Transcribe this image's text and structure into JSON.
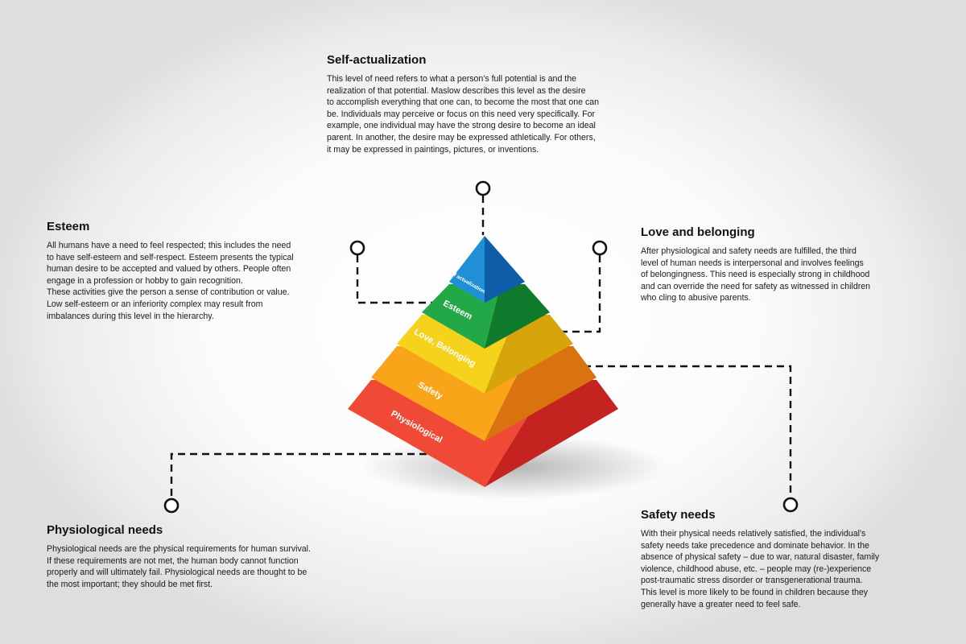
{
  "levels": {
    "self_actualization": {
      "heading": "Self-actualization",
      "body": "This level of need refers to what a person's full potential is and the\nrealization of that potential. Maslow describes this level as the desire\nto accomplish everything that one can, to become the most that one can\nbe. Individuals may perceive or focus on this need very specifically. For\nexample, one individual may have the strong desire to become an ideal\nparent. In another, the desire may be expressed athletically. For others,\nit may be expressed in paintings, pictures, or inventions."
    },
    "esteem": {
      "heading": "Esteem",
      "body": "All humans have a need to feel respected; this includes the need\nto have self-esteem and self-respect. Esteem presents the typical\nhuman desire to be accepted and valued by others. People often\nengage in a profession or hobby to gain recognition.\nThese activities give the person a sense of contribution or value.\nLow self-esteem or an inferiority complex may result from\nimbalances during this level in the hierarchy."
    },
    "love_belonging": {
      "heading": "Love and belonging",
      "body": "After physiological and safety needs are fulfilled, the third\nlevel of human needs is interpersonal and involves feelings\nof belongingness. This need is especially strong in childhood\nand can override the need for safety as witnessed in children\nwho cling to abusive parents."
    },
    "physiological": {
      "heading": "Physiological needs",
      "body": "Physiological needs are the physical requirements for human survival.\nIf these requirements are not met, the human body cannot function\nproperly and will ultimately fail. Physiological needs are thought to be\nthe most important; they should be met first."
    },
    "safety": {
      "heading": "Safety needs",
      "body": "With their physical needs relatively satisfied, the individual's\nsafety needs take precedence and dominate behavior. In the\nabsence of physical safety – due to war, natural disaster, family\nviolence, childhood abuse, etc. – people may (re-)experience\npost-traumatic stress disorder or transgenerational trauma.\nThis level is more likely to be found in children because they\ngenerally have a greater need to feel safe."
    }
  },
  "pyramid": {
    "tiers": [
      {
        "label": "Self actualization",
        "color_front": "#1f8fd8",
        "color_side": "#0d5ea6"
      },
      {
        "label": "Esteem",
        "color_front": "#22a847",
        "color_side": "#0f7a2c"
      },
      {
        "label": "Love, Belonging",
        "color_front": "#f5d31c",
        "color_side": "#d7a40c"
      },
      {
        "label": "Safety",
        "color_front": "#f9a51a",
        "color_side": "#d9730f"
      },
      {
        "label": "Physiological",
        "color_front": "#f04a37",
        "color_side": "#c4231f"
      }
    ]
  }
}
